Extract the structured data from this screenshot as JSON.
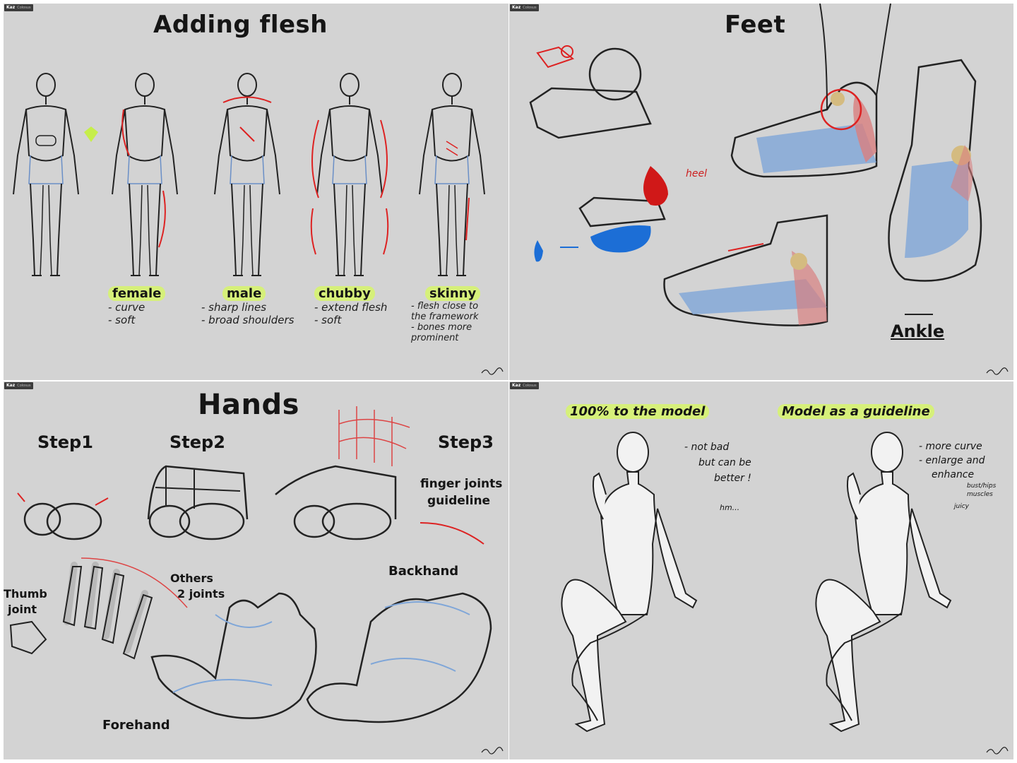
{
  "badge": {
    "app": "Kaz",
    "sub": "Colosus"
  },
  "panel_flesh": {
    "title": "Adding flesh",
    "types": [
      {
        "name": "female",
        "lines": [
          "- curve",
          "- soft"
        ]
      },
      {
        "name": "male",
        "lines": [
          "- sharp lines",
          "- broad shoulders"
        ]
      },
      {
        "name": "chubby",
        "lines": [
          "- extend flesh",
          "- soft"
        ]
      },
      {
        "name": "skinny",
        "lines": [
          "- flesh close to",
          "the framework",
          "- bones more",
          "prominent"
        ]
      }
    ]
  },
  "panel_feet": {
    "title": "Feet",
    "heel_label": "heel",
    "ankle_label": "Ankle"
  },
  "panel_hands": {
    "title": "Hands",
    "step1": "Step1",
    "step2": "Step2",
    "step3": "Step3",
    "finger_note_1": "finger joints",
    "finger_note_2": "guideline",
    "thumb_1": "Thumb",
    "thumb_2": "joint",
    "others_1": "Others",
    "others_2": "2 joints",
    "backhand": "Backhand",
    "forehand": "Forehand"
  },
  "panel_model": {
    "heading_left": "100% to the model",
    "heading_right": "Model as a guideline",
    "left_notes": [
      "- not bad",
      "but can be",
      "better !"
    ],
    "left_hm": "hm...",
    "right_notes": [
      "- more curve",
      "- enlarge and",
      "enhance"
    ],
    "right_small": [
      "bust/hips",
      "muscles"
    ],
    "right_juicy": "juicy"
  },
  "colors": {
    "panel_bg": "#d3d3d3",
    "highlight": "#d6f07a",
    "red": "#cc1f1f",
    "blue": "#7fa6d8"
  }
}
